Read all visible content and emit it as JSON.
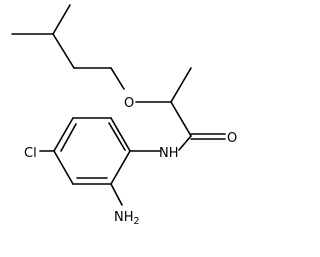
{
  "molecule": {
    "atoms": {
      "oxygen_ether": "O",
      "oxygen_carbonyl": "O",
      "nitrogen_amide": "NH",
      "chlorine": "Cl",
      "amine_symbol": "NH",
      "amine_subscript": "2"
    }
  },
  "colors": {
    "bond": "#000000",
    "label": "#000000",
    "background": "#ffffff"
  }
}
